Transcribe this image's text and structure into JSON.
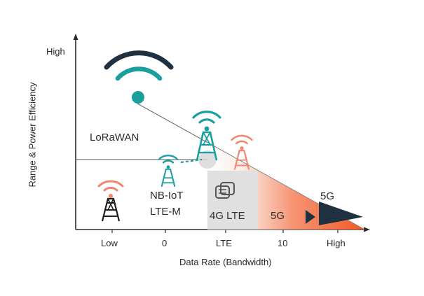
{
  "chart": {
    "y_axis": {
      "title": "Range & Power Efficiency",
      "top_label": "High"
    },
    "x_axis": {
      "title": "Data Rate (Bandwidth)",
      "ticks": [
        "Low",
        "0",
        "LTE",
        "10",
        "High"
      ]
    },
    "labels": {
      "lorawan": "LoRaWAN",
      "nbiot": "NB-IoT",
      "ltem": "LTE-M",
      "lte4g": "4G LTE",
      "fiveg_box": "5G",
      "fiveg_arrow": "5G"
    },
    "colors": {
      "teal": "#1a9e9e",
      "dark": "#1f3040",
      "salmon": "#f0856b",
      "orange": "#f05a28",
      "gray": "#7a7a7a",
      "box_fill": "#e0e0e0",
      "axis": "#2b2b2b"
    },
    "icons": {
      "wifi": "wifi-icon",
      "tower_teal": "cell-tower-teal-icon",
      "tower_salmon": "cell-tower-salmon-icon",
      "tower_black": "cell-tower-black-icon",
      "small_tower_teal": "small-cell-tower-teal-icon",
      "device": "mobile-devices-icon",
      "arrow": "speed-arrow-icon"
    }
  }
}
